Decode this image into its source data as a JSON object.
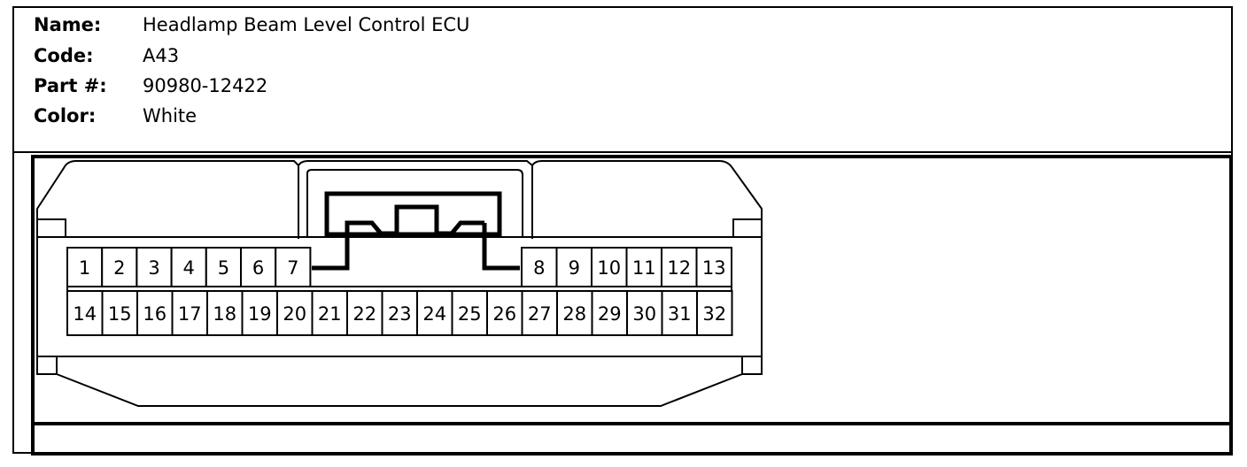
{
  "connector": {
    "name_label": "Name:",
    "name_value": "Headlamp Beam Level Control ECU",
    "code_label": "Code:",
    "code_value": "A43",
    "part_label": "Part #:",
    "part_value": "90980-12422",
    "color_label": "Color:",
    "color_value": "White"
  },
  "pins": {
    "row1_left": [
      "1",
      "2",
      "3",
      "4",
      "5",
      "6",
      "7"
    ],
    "row1_right": [
      "8",
      "9",
      "10",
      "11",
      "12",
      "13"
    ],
    "row2": [
      "14",
      "15",
      "16",
      "17",
      "18",
      "19",
      "20",
      "21",
      "22",
      "23",
      "24",
      "25",
      "26",
      "27",
      "28",
      "29",
      "30",
      "31",
      "32"
    ]
  },
  "colors": {
    "line": "#000000",
    "background": "#ffffff"
  }
}
